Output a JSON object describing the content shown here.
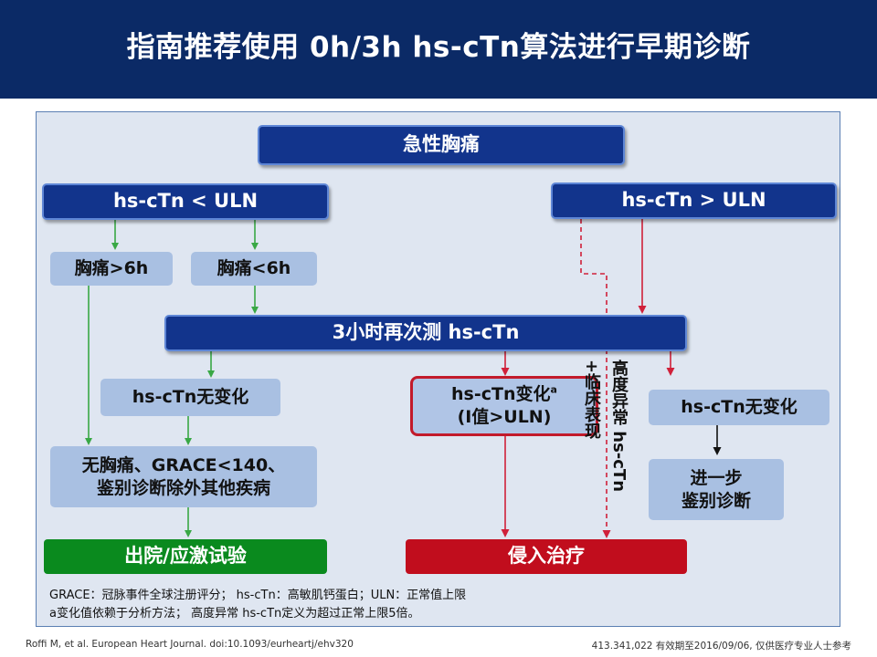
{
  "title": "指南推荐使用 0h/3h hs-cTn算法进行早期诊断",
  "nodes": {
    "acute_chest_pain": "急性胸痛",
    "below_uln": "hs-cTn < ULN",
    "above_uln": "hs-cTn > ULN",
    "pain_over_6h": "胸痛>6h",
    "pain_under_6h": "胸痛<6h",
    "retest_3h": "3小时再次测 hs-cTn",
    "no_change_left": "hs-cTn无变化",
    "change_line1": "hs-cTn变化",
    "change_sup": "a",
    "change_line2": "(I值>ULN)",
    "no_change_right": "hs-cTn无变化",
    "no_pain_line1": "无胸痛、GRACE<140、",
    "no_pain_line2": "鉴别诊断除外其他疾病",
    "further_line1": "进一步",
    "further_line2": "鉴别诊断",
    "discharge": "出院/应激试验",
    "invasive": "侵入治疗"
  },
  "vertical_labels": {
    "line1": "高度异常 hs-cTn",
    "line2": "+临床表现"
  },
  "footnotes": {
    "line1": "GRACE：冠脉事件全球注册评分； hs-cTn：高敏肌钙蛋白；ULN：正常值上限",
    "line2": "a变化值依赖于分析方法；     高度异常 hs-cTn定义为超过正常上限5倍。"
  },
  "reference": "Roffi M, et al. European Heart Journal. doi:10.1093/eurheartj/ehv320",
  "disclaimer": "413.341,022 有效期至2016/09/06, 仅供医疗专业人士参考",
  "colors": {
    "header": "#0b2a66",
    "dark_box": "#12348c",
    "light_box": "#a9c0e2",
    "green": "#0a8a1e",
    "red": "#c10d1d",
    "green_arrow": "#39a845",
    "red_arrow": "#d0203a"
  }
}
